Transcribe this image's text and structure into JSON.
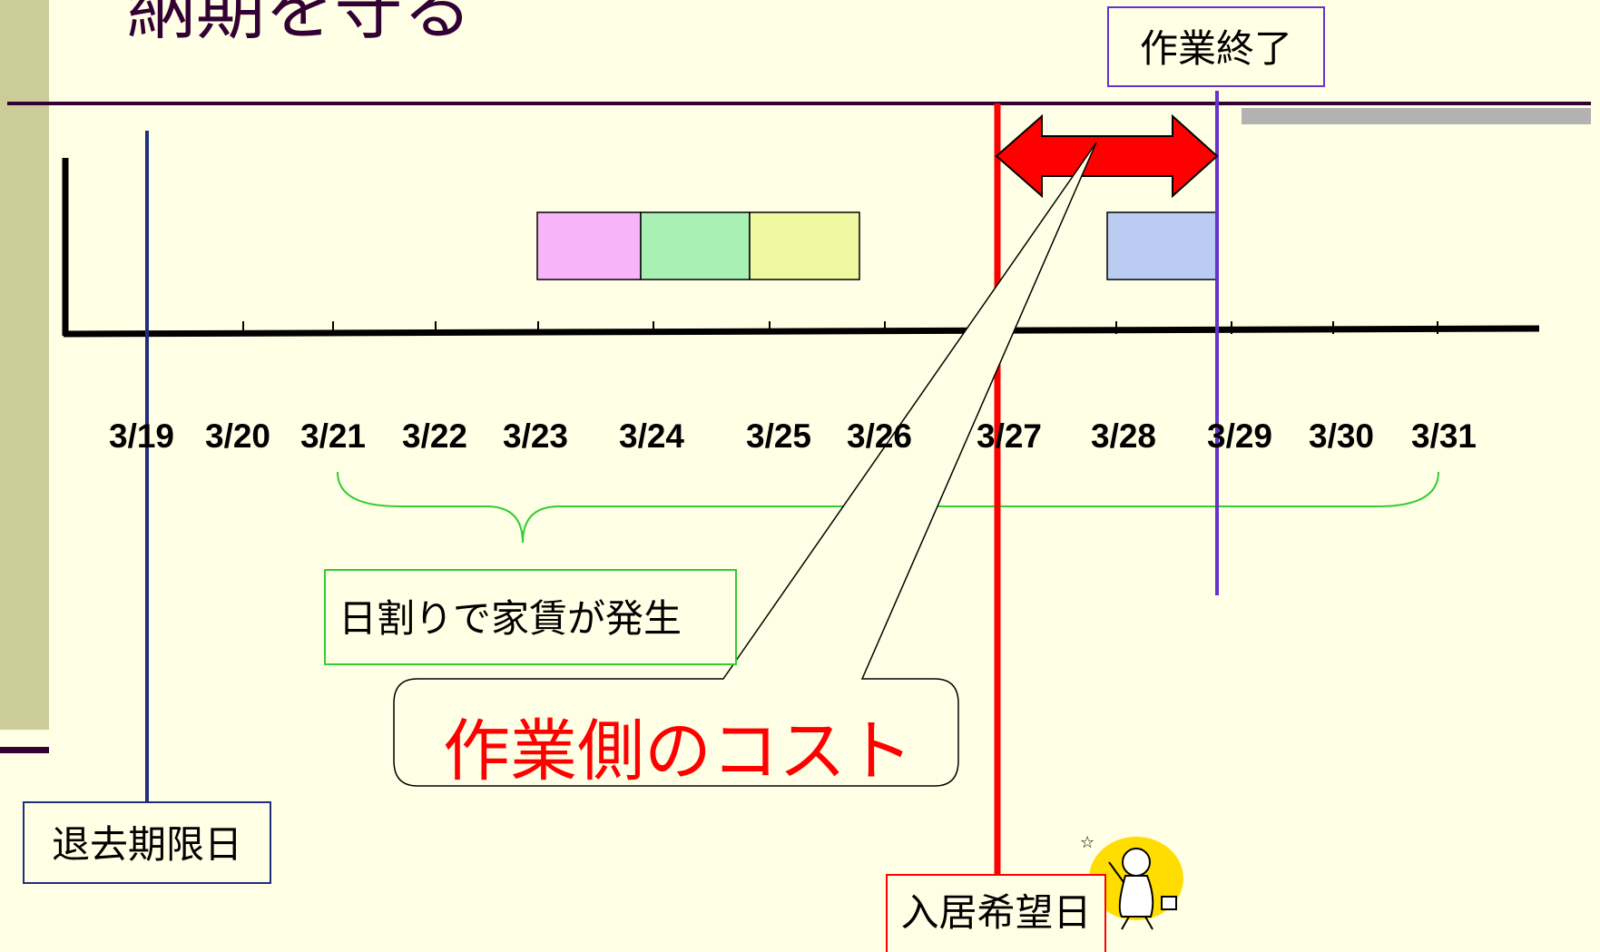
{
  "slide": {
    "title": "納期を守る"
  },
  "chart_data": {
    "type": "timeline",
    "dates": [
      "3/19",
      "3/20",
      "3/21",
      "3/22",
      "3/23",
      "3/24",
      "3/25",
      "3/26",
      "3/27",
      "3/28",
      "3/29",
      "3/30",
      "3/31"
    ],
    "tasks": [
      {
        "start": "3/23",
        "end": "3/24",
        "color": "#f8b4f8"
      },
      {
        "start": "3/24",
        "end": "3/25",
        "color": "#a8f0b4"
      },
      {
        "start": "3/25",
        "end": "3/26",
        "color": "#f0f8a0"
      },
      {
        "start": "3/28",
        "end": "3/29",
        "color": "#bccbf2"
      }
    ],
    "markers": [
      {
        "label": "退去期限日",
        "date": "3/19",
        "color": "#1f2f7f"
      },
      {
        "label": "入居希望日",
        "date": "3/27",
        "color": "#ff0000"
      },
      {
        "label": "作業終了",
        "date": "3/29",
        "color": "#6633cc"
      }
    ],
    "brace": {
      "from": "3/21",
      "to": "3/31",
      "label": "日割りで家賃が発生"
    },
    "arrow": {
      "from": "3/27",
      "to": "3/29",
      "color": "#ff0000"
    }
  },
  "labels": {
    "move_out_deadline": "退去期限日",
    "move_in_date": "入居希望日",
    "work_end": "作業終了",
    "daily_rent": "日割りで家賃が発生",
    "callout": "作業側のコスト"
  },
  "colors": {
    "background": "#ffffe5",
    "sidebar": "#cccc99",
    "title": "#330033",
    "callout_text": "#ff0000"
  }
}
